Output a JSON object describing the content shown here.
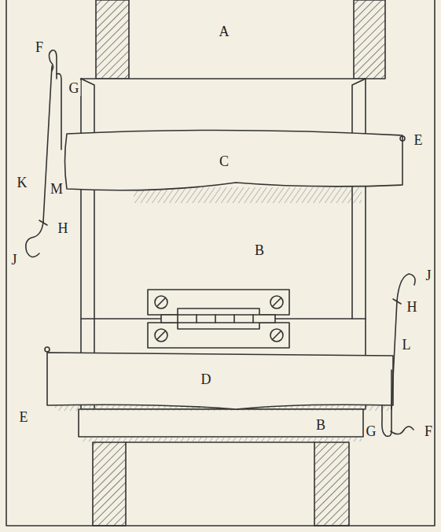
{
  "diagram": {
    "labels": [
      "A",
      "F",
      "G",
      "C",
      "E",
      "K",
      "M",
      "H",
      "J",
      "B",
      "J",
      "H",
      "L",
      "D",
      "E",
      "B",
      "G",
      "F"
    ]
  }
}
